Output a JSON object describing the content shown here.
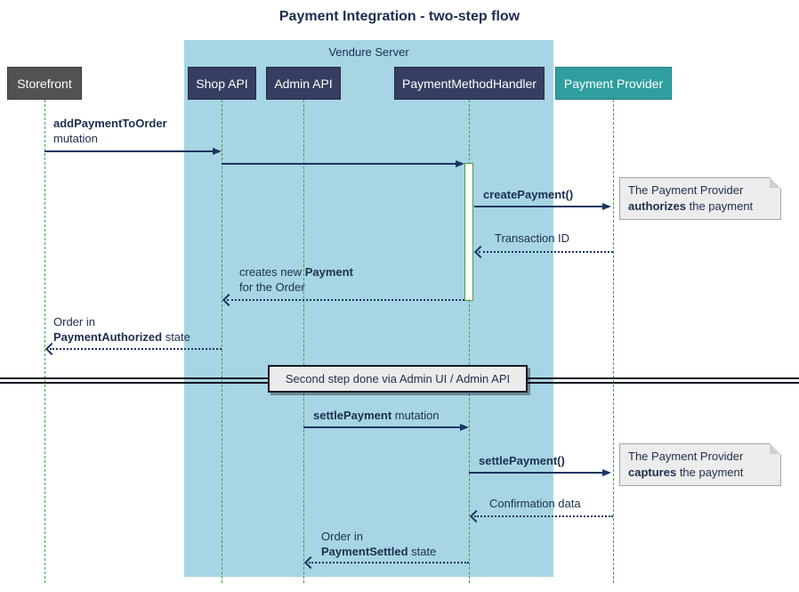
{
  "title": "Payment Integration - two-step flow",
  "frame": {
    "label": "Vendure Server"
  },
  "participants": {
    "storefront": "Storefront",
    "shop_api": "Shop API",
    "admin_api": "Admin API",
    "handler": "PaymentMethodHandler",
    "provider": "Payment Provider"
  },
  "messages": {
    "add_payment": {
      "bold": "addPaymentToOrder",
      "line2": "mutation"
    },
    "create_payment": {
      "bold": "createPayment()"
    },
    "transaction_id": {
      "text": "Transaction ID"
    },
    "creates_payment": {
      "pre": "creates new ",
      "bold": "Payment",
      "line2": "for the Order"
    },
    "order_authorized": {
      "line1": "Order in",
      "bold": "PaymentAuthorized",
      "post": " state"
    },
    "settle_mutation": {
      "bold": "settlePayment",
      "post": " mutation"
    },
    "settle_call": {
      "bold": "settlePayment()"
    },
    "confirmation": {
      "text": "Confirmation data"
    },
    "order_settled": {
      "line1": "Order in",
      "bold": "PaymentSettled",
      "post": " state"
    }
  },
  "notes": {
    "authorize": {
      "line1": "The Payment Provider",
      "bold": "authorizes",
      "post": " the payment"
    },
    "capture": {
      "line1": "The Payment Provider",
      "bold": "captures",
      "post": " the payment"
    }
  },
  "divider": {
    "label": "Second step done via Admin UI / Admin API"
  },
  "colors": {
    "arrow_navy": "#1d3461",
    "text_navy": "#1c2e4f",
    "participant_internal": "#363e61",
    "participant_external": "#525252",
    "participant_provider": "#2f9e9e",
    "frame_background": "#a7d5e4",
    "lifeline_green": "#3fa23f",
    "note_background": "#ececec",
    "divider_line": "#0c1220"
  }
}
